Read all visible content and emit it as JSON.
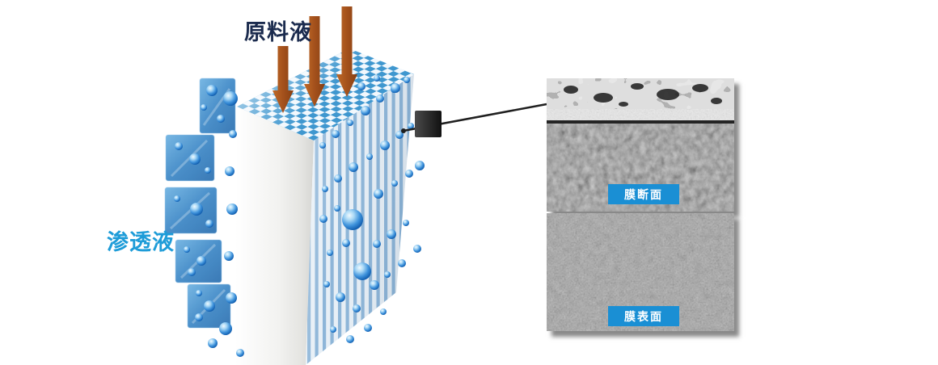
{
  "diagram": {
    "feed_label": "原料液",
    "permeate_label": "渗透液",
    "sem_images": [
      {
        "caption": "膜断面"
      },
      {
        "caption": "膜表面"
      }
    ],
    "colors": {
      "feed_label": "#1b2b4e",
      "permeate_label": "#1e9cd8",
      "arrow": "#a4511c",
      "badge_bg": "#1a8fd4",
      "badge_text": "#ffffff",
      "membrane_stripe": "#8db5d8",
      "checker_blue": "#3f97cf",
      "droplet_blue": "#0a57a9",
      "panel_blue": "#3c87c6"
    }
  }
}
